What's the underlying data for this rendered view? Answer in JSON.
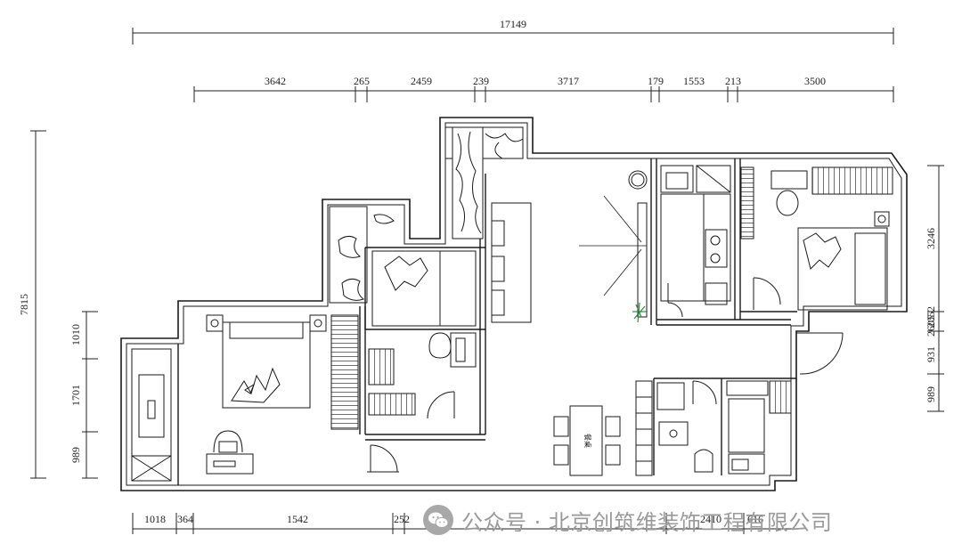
{
  "dimensions": {
    "total_top": "17149",
    "top_segments": [
      "3642",
      "265",
      "2459",
      "239",
      "3717",
      "179",
      "1553",
      "213",
      "3500"
    ],
    "left_total": "7815",
    "left_segments": [
      "1010",
      "1701",
      "989"
    ],
    "right_segments": [
      "3246",
      "2052",
      "931",
      "989"
    ],
    "right_overlap": "2605",
    "bottom_segments": [
      "1018",
      "364",
      "1542",
      "252",
      "2410",
      "616"
    ]
  },
  "labels": {
    "dining_table": "餐桌"
  },
  "watermark": {
    "icon": "wechat-icon",
    "text": "公众号 · 北京创筑维装饰工程有限公司"
  },
  "colors": {
    "line": "#1a1a1a",
    "watermark": "#9a9a9a",
    "plant": "#2e8b3a"
  }
}
